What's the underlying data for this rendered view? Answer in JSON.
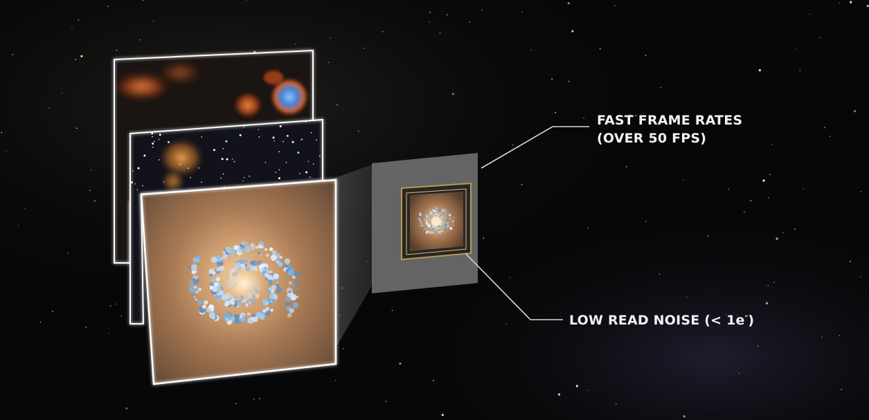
{
  "callouts": {
    "frame_rate_line1": "FAST FRAME RATES",
    "frame_rate_line2": "(OVER 50 FPS)",
    "read_noise_main": "LOW READ NOISE (< 1e",
    "read_noise_sup": "-",
    "read_noise_end": ")"
  },
  "colors": {
    "background": "#070707",
    "label_text": "#f2f2f2",
    "leader_line": "#d9d9d9",
    "frame_border": "#ffffff",
    "sensor_plate": "#6d6d6d",
    "sensor_frame": "#b39a58"
  },
  "icons": {
    "frames": [
      "nebula-frame-image",
      "star-cluster-frame-image",
      "spiral-galaxy-frame-image"
    ],
    "sensor": "camera-sensor-chip"
  }
}
